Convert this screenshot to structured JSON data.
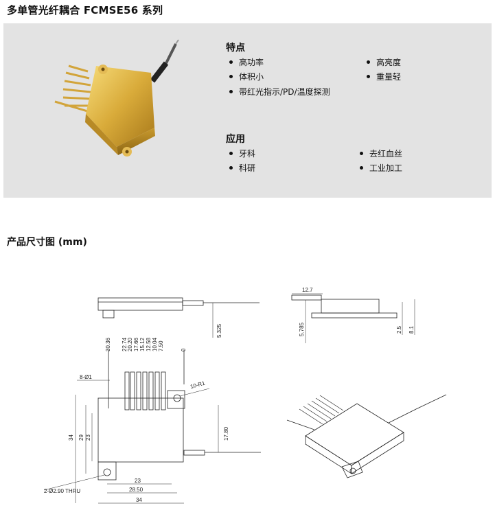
{
  "title": "多单管光纤耦合 FCMSE56 系列",
  "features": {
    "heading": "特点",
    "items": [
      "高功率",
      "高亮度",
      "体积小",
      "重量轻",
      "带红光指示/PD/温度探测"
    ]
  },
  "applications": {
    "heading": "应用",
    "items": [
      "牙科",
      "去红血丝",
      "科研",
      "工业加工"
    ]
  },
  "dimensions": {
    "heading": "产品尺寸图  (mm)",
    "side": {
      "d1": "5.325"
    },
    "end": {
      "top": "12.7",
      "h1": "5.785",
      "h2": "2.5",
      "h3": "8.1"
    },
    "pins": [
      "30.36",
      "22.74",
      "20.20",
      "17.66",
      "15.12",
      "12.58",
      "10.04",
      "7.50",
      "0"
    ],
    "pin_dia": "8-Ø1",
    "radius": "10-R1",
    "left": [
      "34",
      "29",
      "23"
    ],
    "right": "17.80",
    "bottom": [
      "23",
      "28.50",
      "34"
    ],
    "hole": "2-Ø2.90 THRU"
  }
}
